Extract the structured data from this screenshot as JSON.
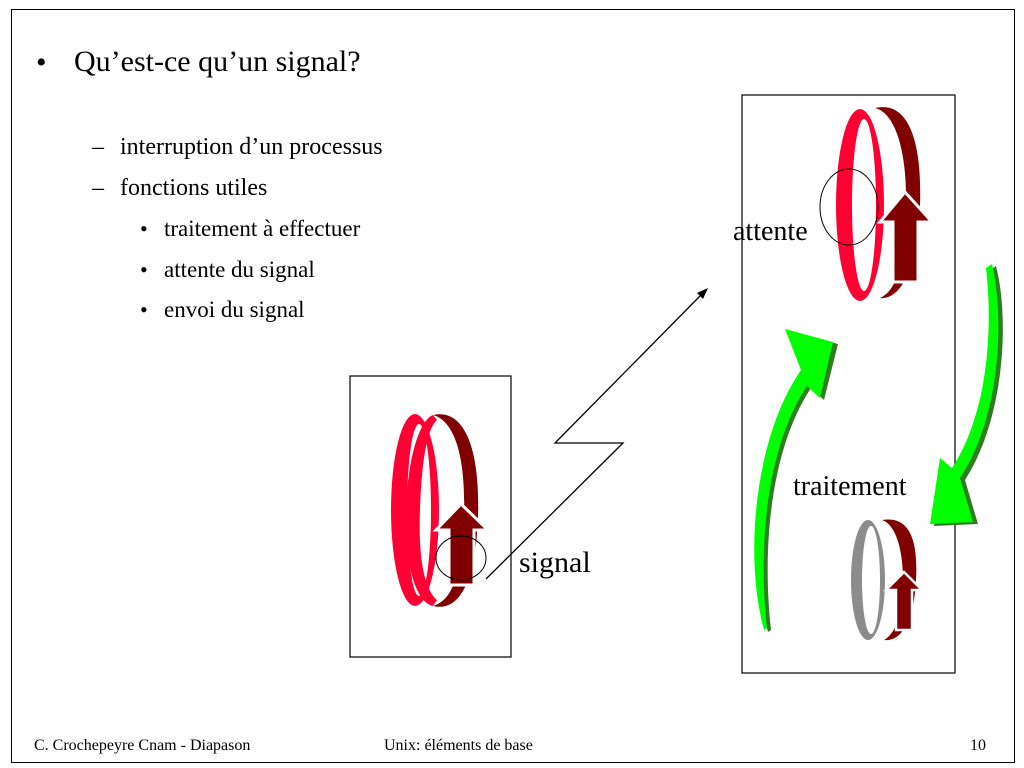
{
  "slide": {
    "title_bullet": "•",
    "title": "Qu’est-ce qu’un signal?",
    "subitems": [
      {
        "marker": "–",
        "text": "interruption d’un processus"
      },
      {
        "marker": "–",
        "text": "fonctions utiles"
      }
    ],
    "subsubitems": [
      {
        "marker": "•",
        "text": "traitement à effectuer"
      },
      {
        "marker": "•",
        "text": "attente du signal"
      },
      {
        "marker": "•",
        "text": "envoi du signal"
      }
    ]
  },
  "diagram": {
    "labels": {
      "attente": "attente",
      "traitement": "traitement",
      "signal": "signal"
    },
    "colors": {
      "ring_red": "#ff0033",
      "ring_dark": "#800000",
      "ring_gray": "#8c8c8c",
      "arrow_green": "#00ff00",
      "arrow_green_shadow": "#2e7d1f"
    }
  },
  "footer": {
    "author": "C. Crochepeyre Cnam - Diapason",
    "course": "Unix: éléments de base",
    "page": "10"
  }
}
